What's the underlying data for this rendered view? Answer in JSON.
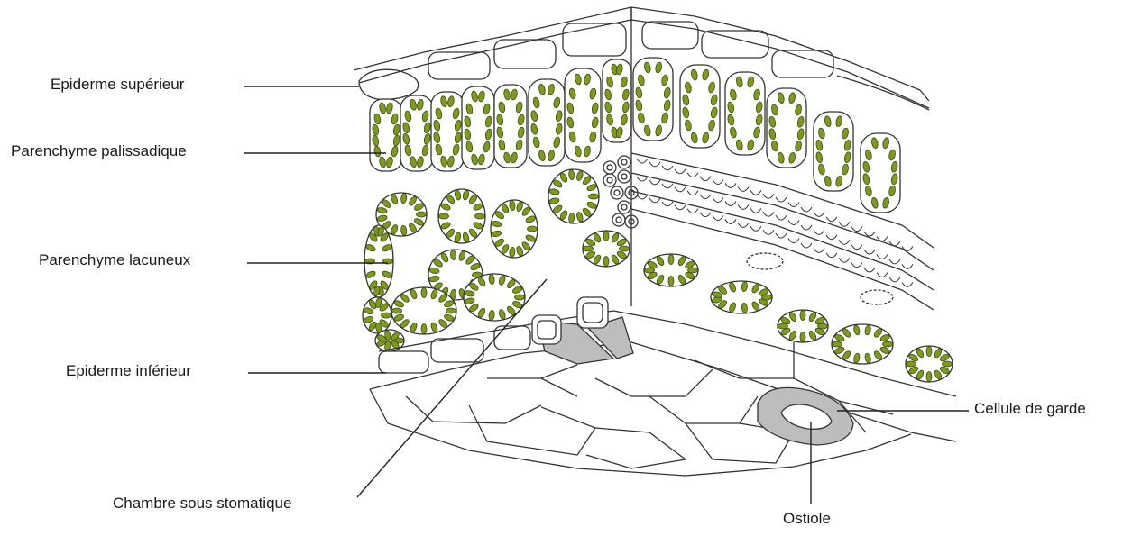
{
  "diagram": {
    "labels": {
      "epiderme_superieur": "Epiderme supérieur",
      "parenchyme_palissadique": "Parenchyme palissadique",
      "parenchyme_lacuneux": "Parenchyme lacuneux",
      "epiderme_inferieur": "Epiderme inférieur",
      "chambre_sous_stomatique": "Chambre sous stomatique",
      "cellule_de_garde": "Cellule de garde",
      "ostiole": "Ostiole"
    },
    "colors": {
      "chloroplast": "#7d9a1e",
      "chloroplast_outline": "#3c4d10",
      "guard_cell": "#bdbdbd",
      "cell_outline": "#333333"
    }
  }
}
